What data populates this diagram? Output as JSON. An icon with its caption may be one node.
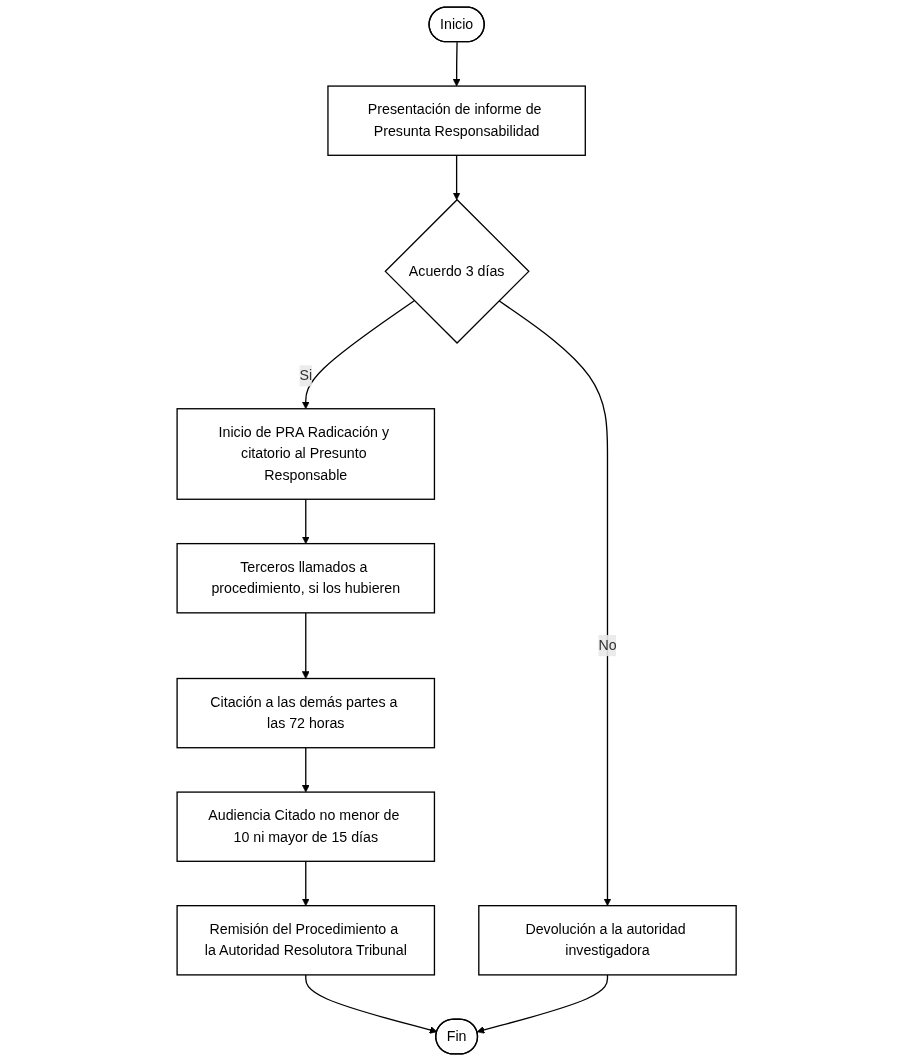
{
  "diagram": {
    "nodes": [
      {
        "text": [
          "Inicio"
        ]
      },
      {
        "text": [
          "Presentación de informe de Presunta Responsabilidad"
        ]
      },
      {
        "text": [
          "Acuerdo 3 días"
        ]
      },
      {
        "text": [
          "Devolución a la autoridad investigadora"
        ]
      },
      {
        "text": [
          "Inicio de PRA Radicación y citatorio al Presunto Responsable"
        ]
      },
      {
        "text": [
          "Terceros llamados a procedimiento, si los hubieren"
        ]
      },
      {
        "text": [
          "Citación a las demás partes a las 72 horas"
        ]
      },
      {
        "text": [
          "Audiencia Citado no menor de 10 ni mayor de 15 días"
        ]
      },
      {
        "text": [
          "Remisión del Procedimiento a la Autoridad Resolutora Tribunal"
        ]
      },
      {
        "text": [
          "Fin"
        ]
      }
    ],
    "edges": [
      {
        "from": 0,
        "to": 1,
        "arrow": "to"
      },
      {
        "from": 1,
        "to": 2,
        "arrow": "to"
      },
      {
        "from": 2,
        "to": 3,
        "arrow": "to",
        "label": "No"
      },
      {
        "from": 2,
        "to": 4,
        "arrow": "to",
        "label": "Si"
      },
      {
        "from": 4,
        "to": 5,
        "arrow": "to"
      },
      {
        "from": 5,
        "to": 6,
        "arrow": "to"
      },
      {
        "from": 6,
        "to": 7,
        "arrow": "to"
      },
      {
        "from": 7,
        "to": 8,
        "arrow": "to"
      },
      {
        "from": 8,
        "to": 9,
        "arrow": "to"
      },
      {
        "from": 3,
        "to": 9,
        "arrow": "to"
      }
    ]
  }
}
